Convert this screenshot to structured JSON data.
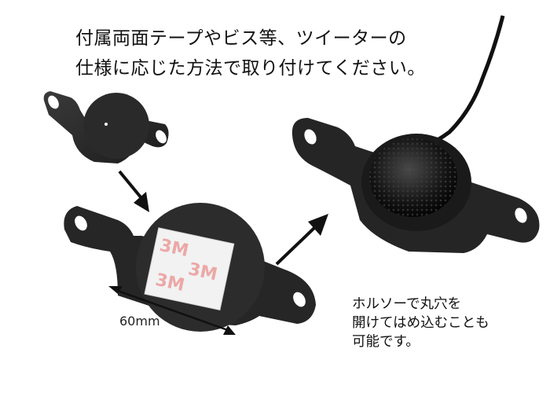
{
  "caption": {
    "line1": "付属両面テープやビス等、ツイーターの",
    "line2": "仕様に応じた方法で取り付けてください。"
  },
  "note": {
    "line1": "ホルソーで丸穴を",
    "line2": "開けてはめ込むことも",
    "line3": "可能です。"
  },
  "dimension_label": "60mm",
  "tape_brand": "3M",
  "colors": {
    "bracket": "#2b2b2b",
    "tape": "#f1f1f1",
    "brand": "#e0201c"
  }
}
